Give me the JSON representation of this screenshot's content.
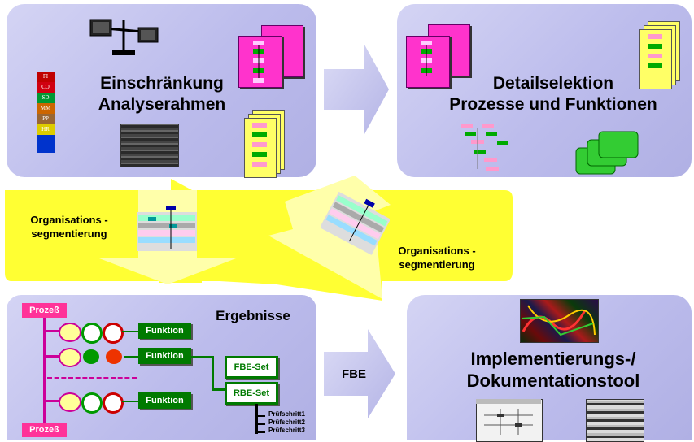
{
  "panels": {
    "top_left": {
      "title_line1": "Einschränkung",
      "title_line2": "Analyserahmen"
    },
    "top_right": {
      "title_line1": "Detailselektion",
      "title_line2": "Prozesse und Funktionen"
    },
    "middle": {
      "label_left_1": "Organisations -",
      "label_left_2": "segmentierung",
      "label_right_1": "Organisations -",
      "label_right_2": "segmentierung"
    },
    "bottom_left": {
      "title": "Ergebnisse",
      "process_top": "Prozeß",
      "process_bottom": "Prozeß",
      "functions": [
        "Funktion",
        "Funktion",
        "Funktion"
      ],
      "fbe_set": "FBE-Set",
      "rbe_set": "RBE-Set",
      "steps": [
        "Prüfschritt1",
        "Prüfschritt2",
        "Prüfschritt3"
      ]
    },
    "bottom_right": {
      "title_line1": "Implementierungs-/",
      "title_line2": "Dokumentationstool"
    }
  },
  "arrow_fbe_label": "FBE",
  "sap_modules": [
    {
      "label": "FI",
      "color": "#c00000"
    },
    {
      "label": "CO",
      "color": "#d00010"
    },
    {
      "label": "SD",
      "color": "#009933"
    },
    {
      "label": "MM",
      "color": "#cc6600"
    },
    {
      "label": "PP",
      "color": "#996633"
    },
    {
      "label": "HR",
      "color": "#ddcc00"
    },
    {
      "label": "...",
      "color": "#0033cc"
    }
  ]
}
